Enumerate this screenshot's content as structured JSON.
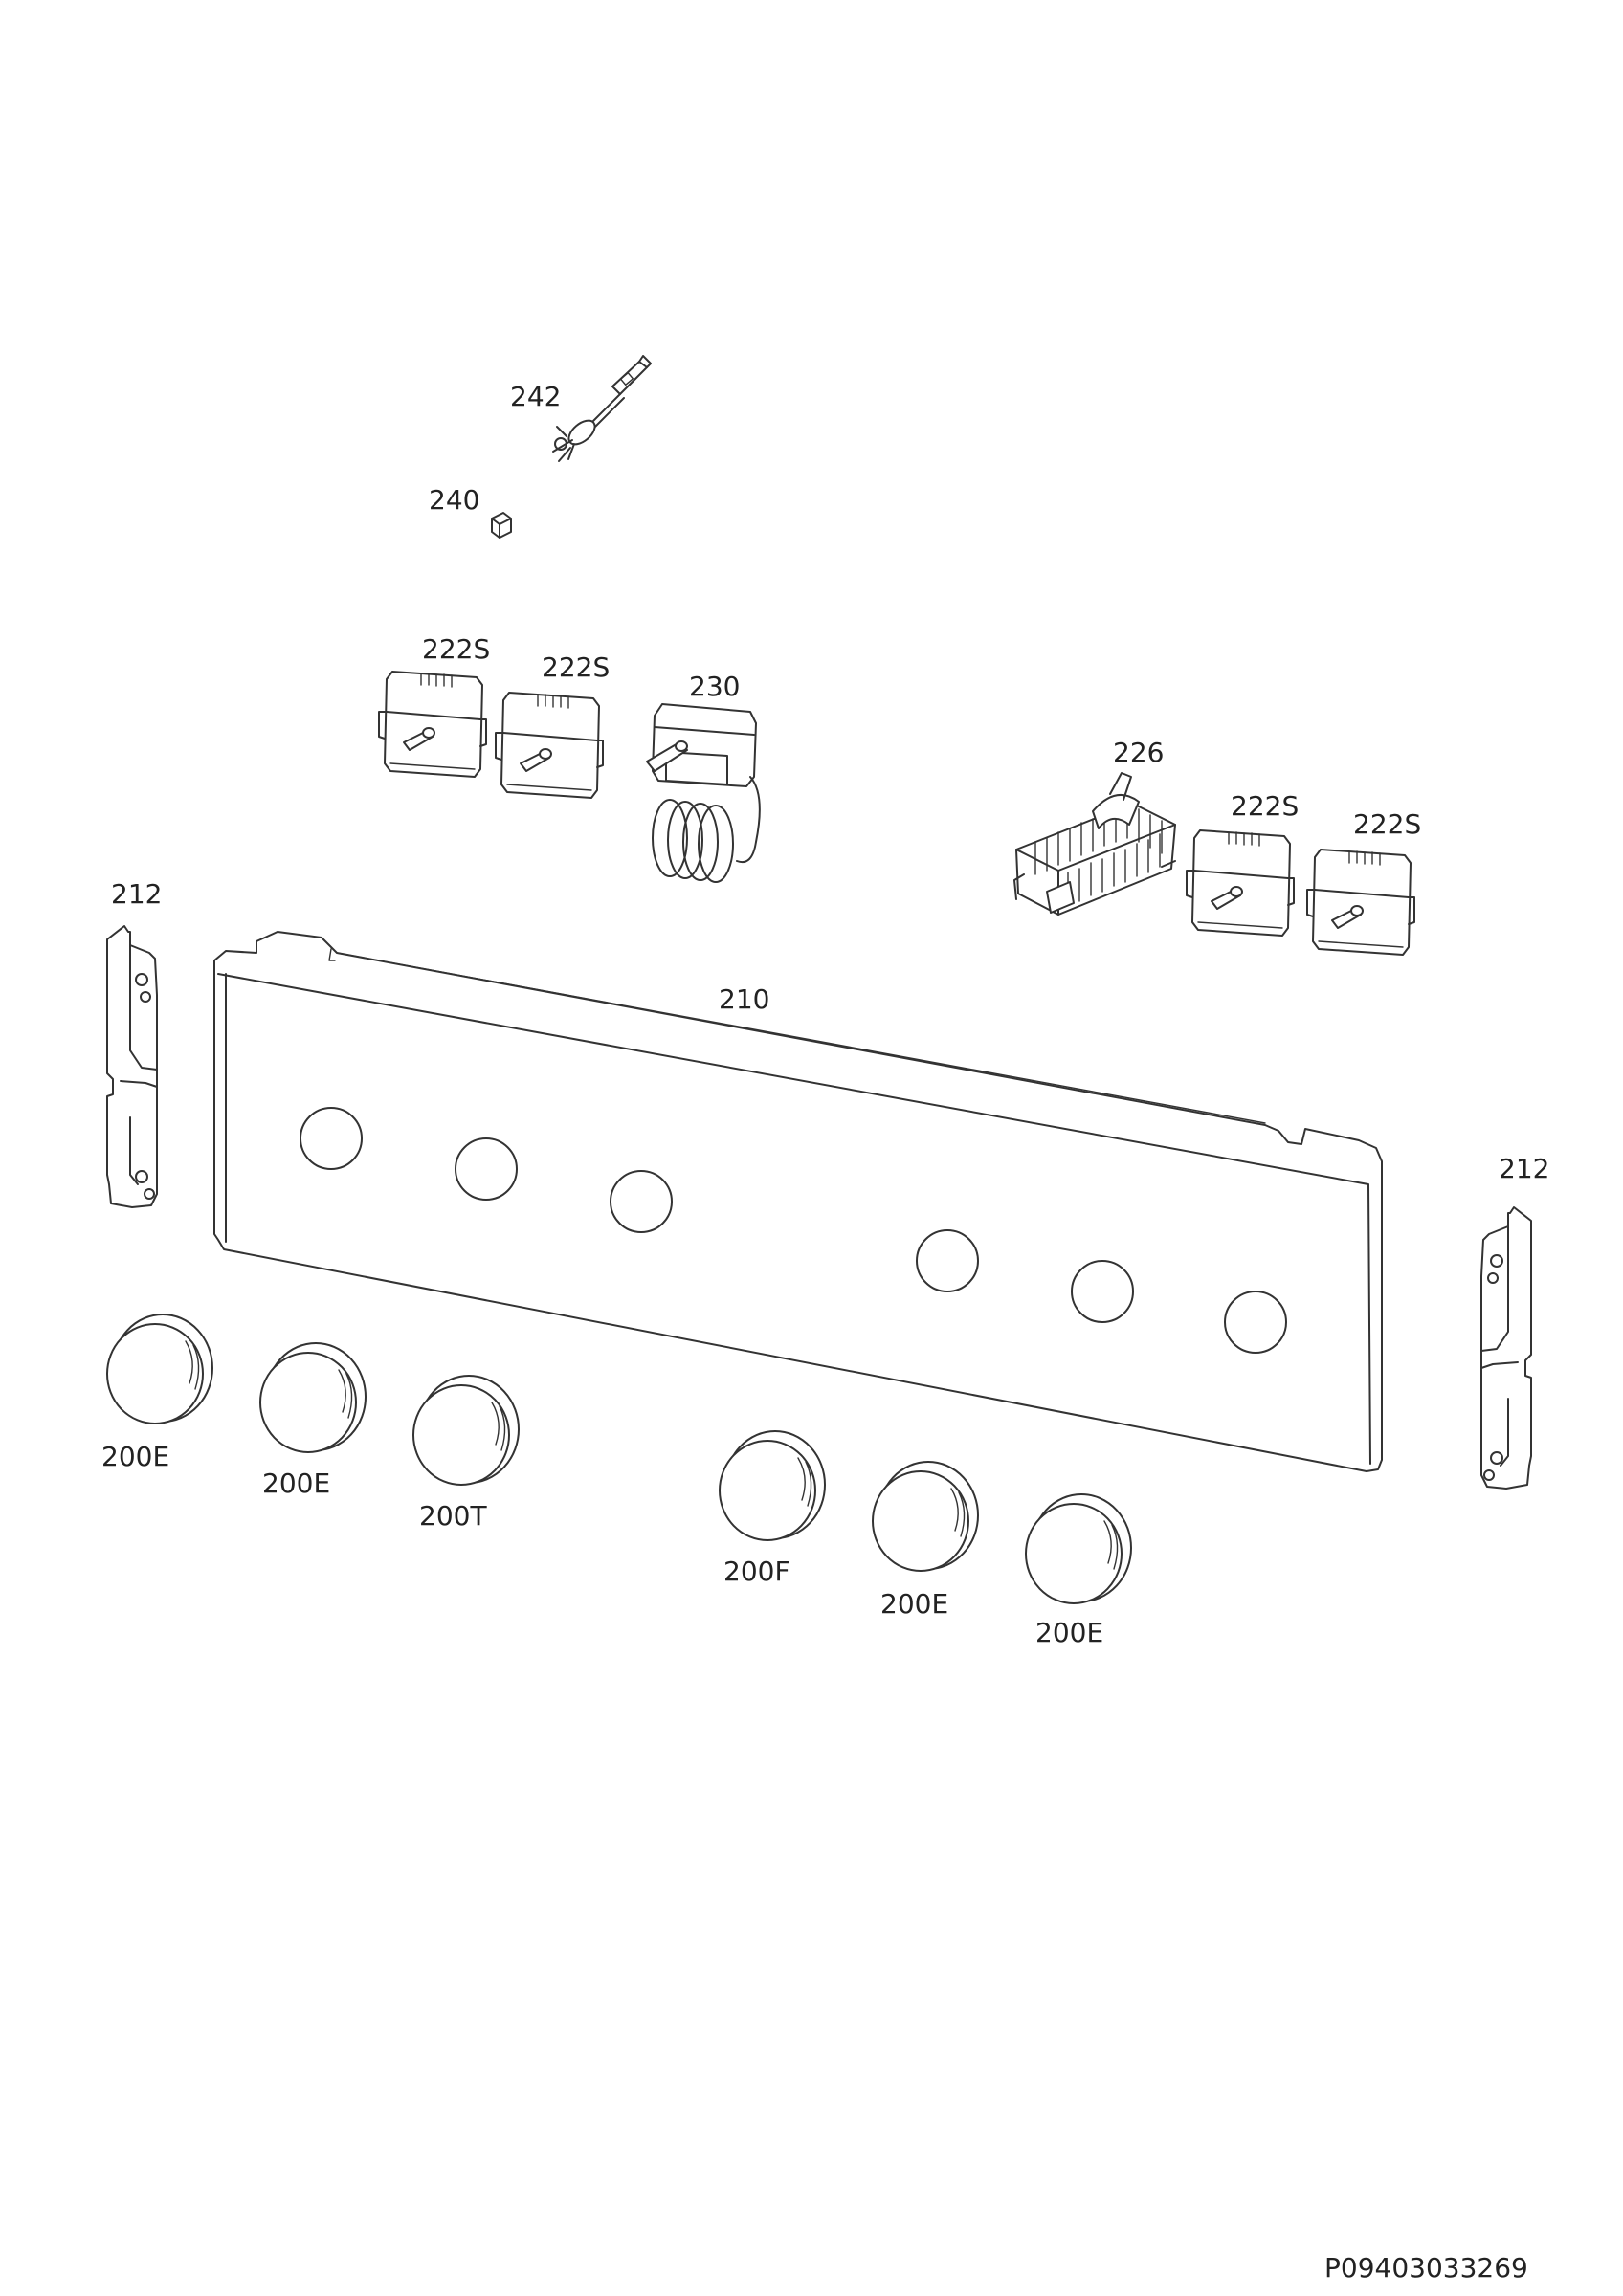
{
  "labels": {
    "part_242": "242",
    "part_240": "240",
    "part_222s_a": "222S",
    "part_222s_b": "222S",
    "part_230": "230",
    "part_226": "226",
    "part_222s_c": "222S",
    "part_222s_d": "222S",
    "part_212_left": "212",
    "part_210": "210",
    "part_212_right": "212",
    "knob_1": "200E",
    "knob_2": "200E",
    "knob_3": "200T",
    "knob_4": "200F",
    "knob_5": "200E",
    "knob_6": "200E"
  },
  "drawing_number": "P09403033269",
  "colors": {
    "line": "#333333",
    "background": "#ffffff",
    "text": "#222222"
  }
}
